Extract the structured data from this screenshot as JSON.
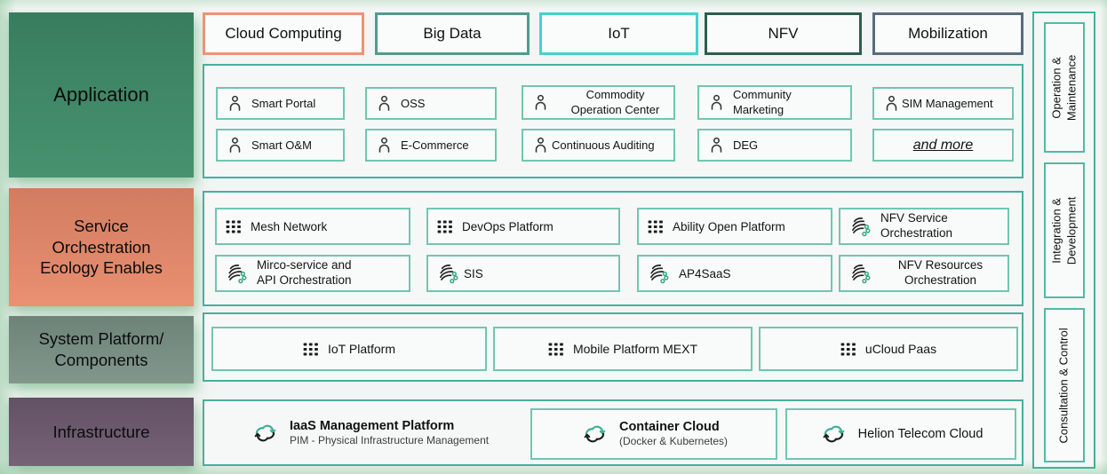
{
  "colors": {
    "container_border_teal": "#46b09c",
    "inner_box_border_teal": "#72c5b3",
    "application_label_green": "#3e8c68",
    "service_label_salmon": "#e98a6b",
    "system_label_gray_green": "#7b9285",
    "infrastructure_label_purple": "#6e5a70",
    "tab_cloud_computing_border": "#ef9373",
    "tab_big_data_border": "#4f9c8d",
    "tab_iot_border": "#43d2cd",
    "tab_nfv_border": "#2d5e4d",
    "tab_mobilization_border": "#5a6b7b",
    "icon_dot_green": "#35a97f"
  },
  "left_labels": {
    "items": [
      {
        "lines": [
          "Application"
        ]
      },
      {
        "lines": [
          "Service",
          "Orchestration",
          "Ecology Enables"
        ]
      },
      {
        "lines": [
          "System Platform/",
          "Components"
        ]
      },
      {
        "lines": [
          "Infrastructure"
        ]
      }
    ]
  },
  "top_tabs": {
    "items": [
      {
        "label": "Cloud Computing"
      },
      {
        "label": "Big Data"
      },
      {
        "label": "IoT"
      },
      {
        "label": "NFV"
      },
      {
        "label": "Mobilization"
      }
    ]
  },
  "application": {
    "items": [
      {
        "label": "Smart Portal",
        "icon": "person"
      },
      {
        "label": "OSS",
        "icon": "person"
      },
      {
        "lines": [
          "Commodity",
          "Operation Center"
        ],
        "icon": "person"
      },
      {
        "lines": [
          "Community",
          "Marketing"
        ],
        "icon": "person"
      },
      {
        "label": "SIM Management",
        "icon": "person"
      },
      {
        "label": "Smart O&M",
        "icon": "person"
      },
      {
        "label": "E-Commerce",
        "icon": "person"
      },
      {
        "label": "Continuous Auditing",
        "icon": "person"
      },
      {
        "label": "DEG",
        "icon": "person"
      },
      {
        "label": "and more",
        "icon": "none"
      }
    ]
  },
  "service_orchestration": {
    "items": [
      {
        "label": "Mesh Network",
        "icon": "grid"
      },
      {
        "label": "DevOps Platform",
        "icon": "grid"
      },
      {
        "label": "Ability Open Platform",
        "icon": "grid"
      },
      {
        "lines": [
          "NFV Service",
          "Orchestration"
        ],
        "icon": "orchestration"
      },
      {
        "lines": [
          "Mirco-service and",
          "API Orchestration"
        ],
        "icon": "orchestration"
      },
      {
        "label": "SIS",
        "icon": "orchestration"
      },
      {
        "label": "AP4SaaS",
        "icon": "orchestration"
      },
      {
        "lines": [
          "NFV Resources",
          "Orchestration"
        ],
        "icon": "orchestration"
      }
    ]
  },
  "system_platform": {
    "items": [
      {
        "label": "IoT Platform",
        "icon": "grid"
      },
      {
        "label": "Mobile Platform MEXT",
        "icon": "grid"
      },
      {
        "label": "uCloud Paas",
        "icon": "grid"
      }
    ]
  },
  "infrastructure": {
    "items": [
      {
        "title": "IaaS Management Platform",
        "subtitle": "PIM - Physical Infrastructure Management",
        "icon": "cloud-sync"
      },
      {
        "title": "Container Cloud",
        "subtitle": "(Docker & Kubernetes)",
        "icon": "cloud-sync"
      },
      {
        "title": "Helion Telecom Cloud",
        "subtitle": "",
        "icon": "cloud-sync"
      }
    ]
  },
  "right_labels": {
    "items": [
      {
        "lines": [
          "Operation &",
          "Maintenance"
        ]
      },
      {
        "lines": [
          "Integration &",
          "Development"
        ]
      },
      {
        "lines": [
          "Consultation & Control"
        ]
      }
    ]
  }
}
